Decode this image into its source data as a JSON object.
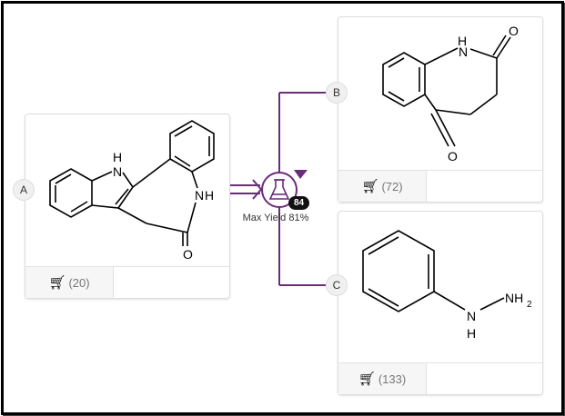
{
  "colors": {
    "accent": "#6b2c7a"
  },
  "reaction": {
    "badge": "84",
    "yield_label": "Max Yield 81%",
    "icon": "flask-icon"
  },
  "molecules": [
    {
      "id": "A",
      "stock": "(20)",
      "atoms": {
        "n1": "N",
        "h1": "H",
        "n2": "N",
        "h2": "H",
        "o": "O"
      }
    },
    {
      "id": "B",
      "stock": "(72)",
      "atoms": {
        "h": "H",
        "n": "N",
        "o1": "O",
        "o2": "O"
      }
    },
    {
      "id": "C",
      "stock": "(133)",
      "atoms": {
        "n1": "N",
        "h1": "H",
        "nh2": "NH",
        "sub": "2"
      }
    }
  ]
}
